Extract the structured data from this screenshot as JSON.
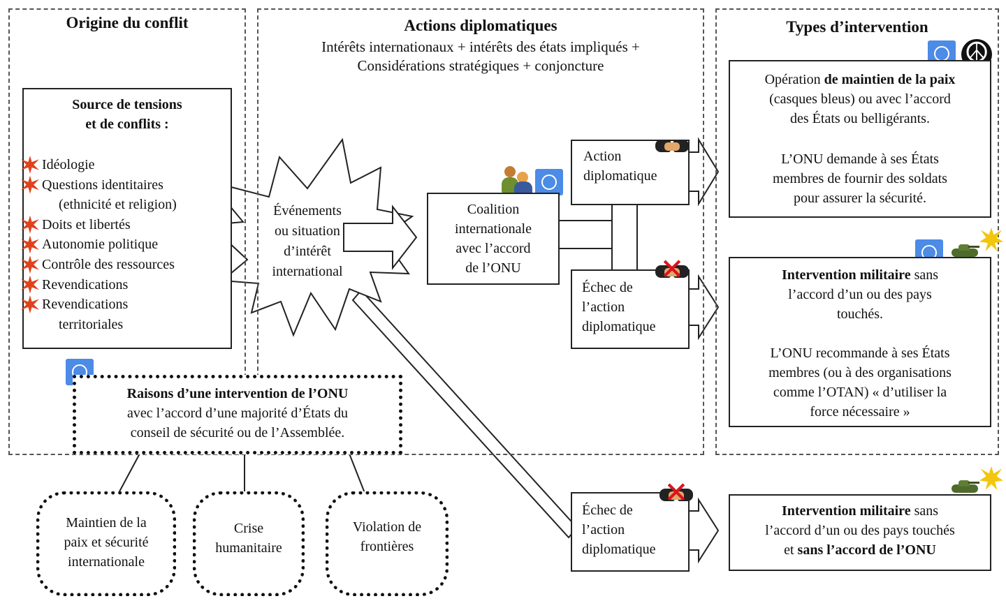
{
  "panels": {
    "origin_title": "Origine du conflit",
    "diplomatic_title": "Actions diplomatiques",
    "diplomatic_subtitle": [
      "Intérêts internationaux + intérêts des états impliqués +",
      "Considérations stratégiques + conjoncture"
    ],
    "intervention_title": "Types d’intervention"
  },
  "sources": {
    "heading": [
      "Source de tensions",
      "et de conflits :"
    ],
    "items": [
      {
        "lines": [
          "Idéologie"
        ]
      },
      {
        "lines": [
          "Questions identitaires",
          "(ethnicité et religion)"
        ]
      },
      {
        "lines": [
          "Doits et libertés"
        ]
      },
      {
        "lines": [
          "Autonomie politique"
        ]
      },
      {
        "lines": [
          "Contrôle des ressources"
        ]
      },
      {
        "lines": [
          "Revendications"
        ]
      },
      {
        "lines": [
          "Revendications",
          "territoriales"
        ]
      }
    ]
  },
  "event": {
    "lines": [
      "Événements",
      "ou situation",
      "d’intérêt",
      "international"
    ]
  },
  "coalition": {
    "lines": [
      "Coalition",
      "internationale",
      "avec l’accord",
      "de l’ONU"
    ]
  },
  "diplomatic_action": {
    "lines": [
      "Action",
      "diplomatique"
    ]
  },
  "failure_upper": {
    "lines": [
      "Échec de",
      "l’action",
      "diplomatique"
    ]
  },
  "failure_lower": {
    "lines": [
      "Échec de",
      "l’action",
      "diplomatique"
    ]
  },
  "peacekeeping": {
    "prefix": "Opération ",
    "bold": "de maintien de la paix",
    "rest": [
      "(casques bleus) ou  avec l’accord",
      "des États ou belligérants."
    ],
    "para2": [
      "L’ONU demande à ses États",
      "membres de fournir des soldats",
      "pour assurer la sécurité."
    ]
  },
  "military_un": {
    "bold": "Intervention militaire",
    "suffix": " sans",
    "rest": [
      "l’accord d’un ou des pays",
      "touchés."
    ],
    "para2": [
      "L’ONU recommande à ses États",
      "membres (ou à des organisations",
      "comme l’OTAN) « d’utiliser la",
      "force nécessaire »"
    ]
  },
  "military_no_un": {
    "bold": "Intervention militaire",
    "suffix": " sans",
    "line2": "l’accord d’un ou des pays touchés",
    "line3_prefix": "et ",
    "line3_bold": "sans l’accord de l’ONU"
  },
  "reasons": {
    "title": "Raisons d’une intervention de l’ONU",
    "lines": [
      "avec l’accord d’une majorité d’États du",
      "conseil de sécurité ou de l’Assemblée."
    ]
  },
  "reason_items": [
    {
      "lines": [
        "Maintien de la",
        "paix et sécurité",
        "internationale"
      ]
    },
    {
      "lines": [
        "Crise",
        "humanitaire"
      ]
    },
    {
      "lines": [
        "Violation de",
        "frontières"
      ]
    }
  ],
  "icons": [
    "un-emblem-icon",
    "peace-symbol-icon",
    "handshake-icon",
    "crossed-handshake-icon",
    "tank-icon",
    "explosion-icon",
    "people-icon",
    "burst-icon"
  ],
  "colors": {
    "un_blue": "#4c8be6",
    "burst_red": "#c0271b",
    "cross_red": "#d9141c",
    "tank_green": "#4f6b2b"
  }
}
